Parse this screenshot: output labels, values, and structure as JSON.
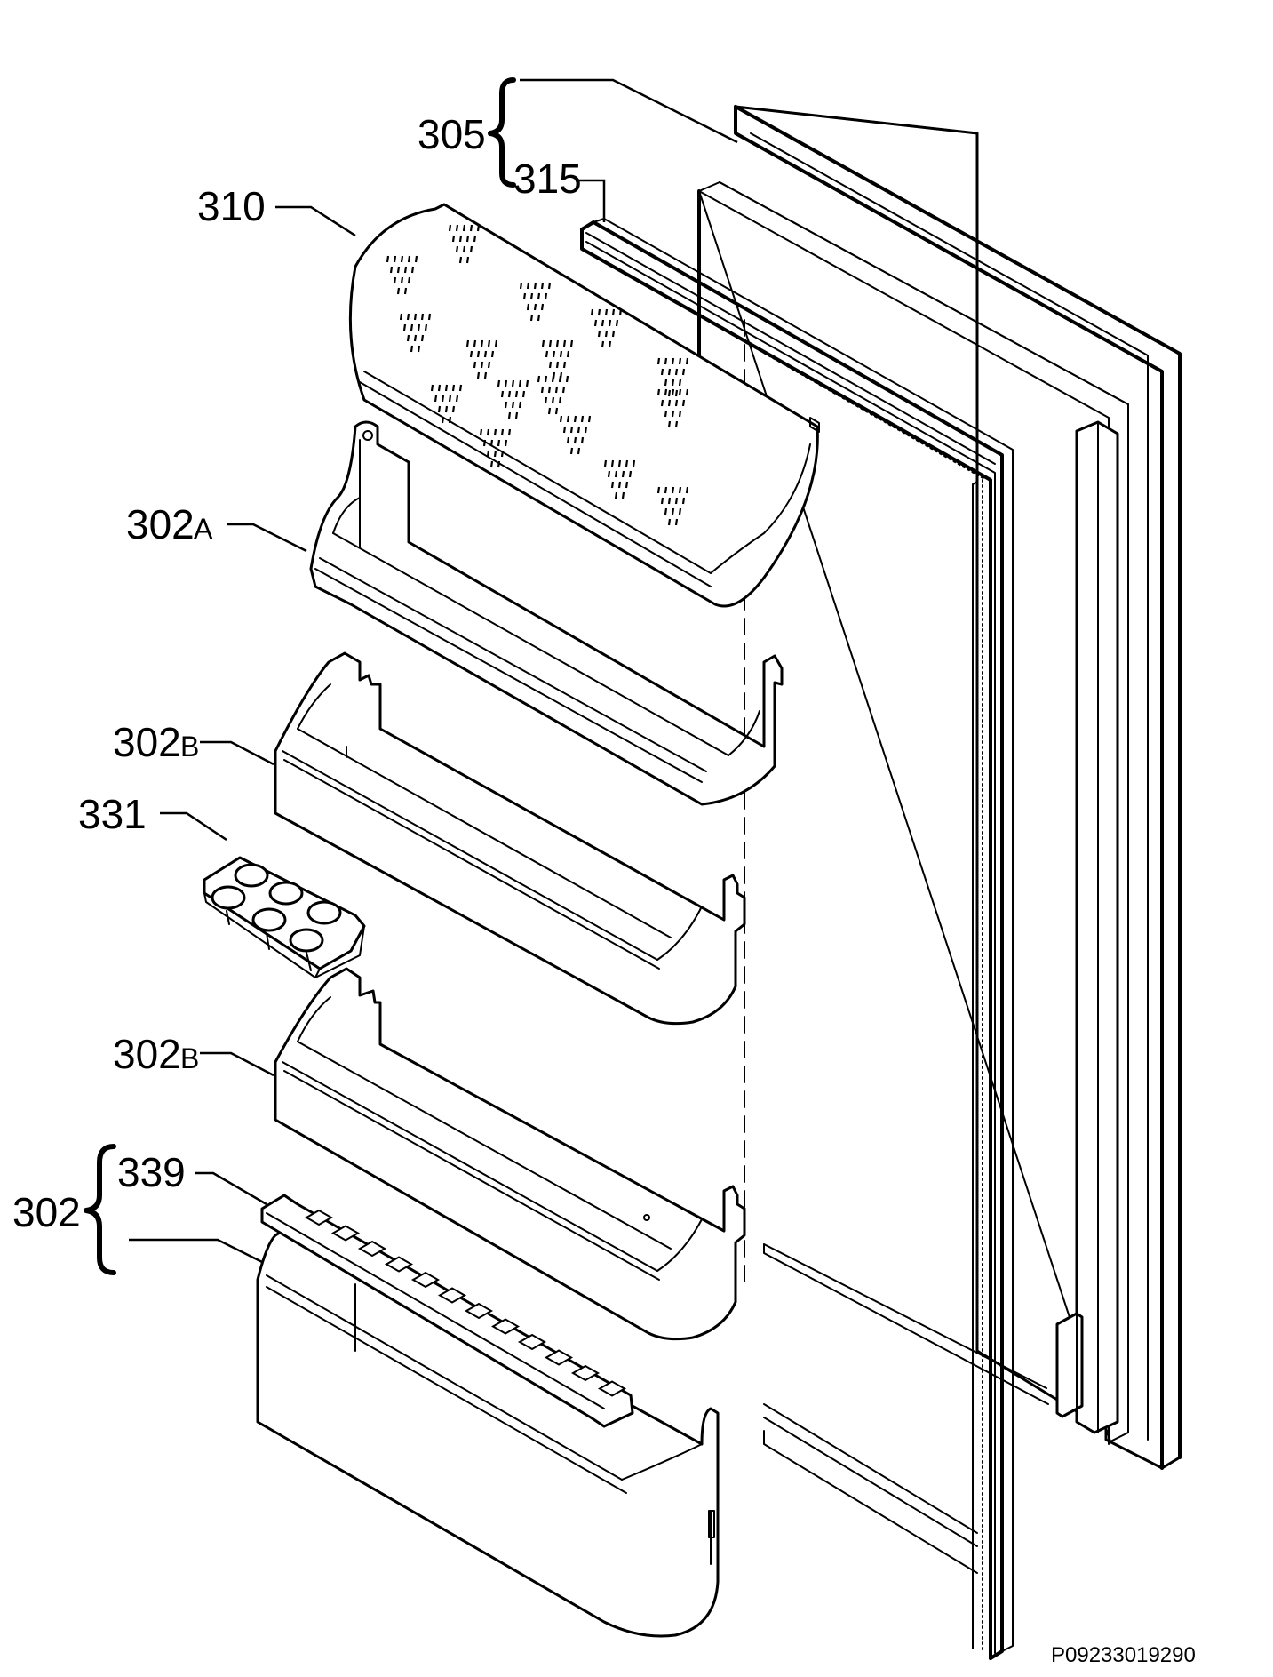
{
  "labels": {
    "l305": "305",
    "l315": "315",
    "l310": "310",
    "l302a_num": "302",
    "l302a_suffix": "A",
    "l302b1_num": "302",
    "l302b1_suffix": "B",
    "l331": "331",
    "l302b2_num": "302",
    "l302b2_suffix": "B",
    "l339": "339",
    "l302": "302"
  },
  "footer": {
    "code": "P09233019290"
  }
}
